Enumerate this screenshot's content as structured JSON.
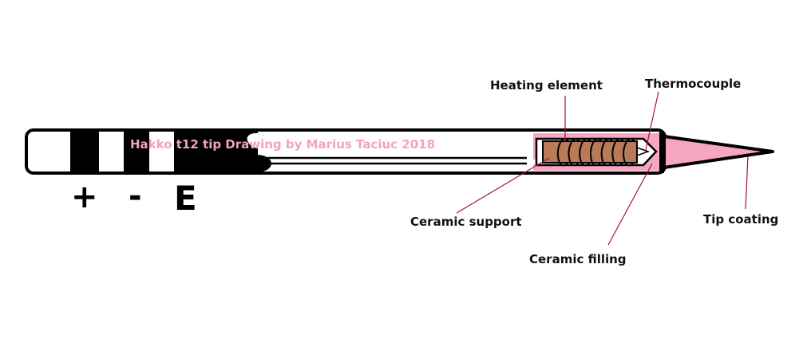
{
  "title": "Hakko t12 tip  Drawing by Marius Taciuc 2018",
  "colors": {
    "outline": "#000000",
    "pink": "#f7a6c1",
    "ceramic": "#b97a57",
    "leader": "#a0163a",
    "watermark": "#f2a2c0"
  },
  "terminals": {
    "plus": "+",
    "minus": "-",
    "earth": "E"
  },
  "labels": {
    "heating_element": "Heating element",
    "thermocouple": "Thermocouple",
    "ceramic_support": "Ceramic support",
    "ceramic_filling": "Ceramic filling",
    "tip_coating": "Tip coating"
  },
  "coil_turns": 7
}
